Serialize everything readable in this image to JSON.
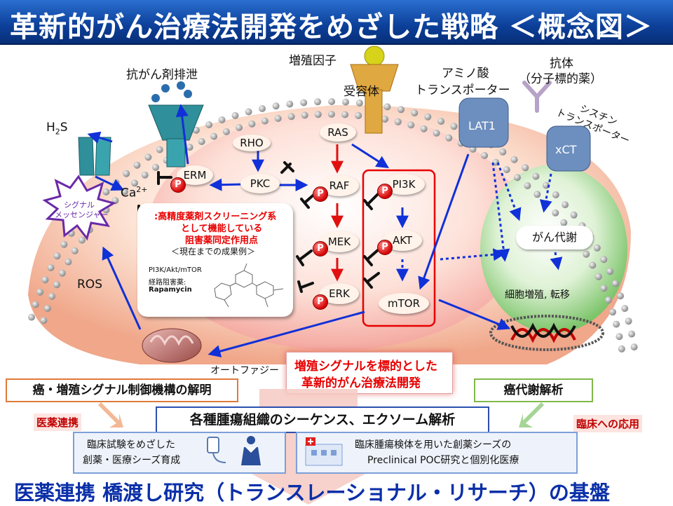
{
  "title": "革新的がん治療法開発をめざした戦略 ＜概念図＞",
  "labels": {
    "anticancer_efflux": "抗がん剤排泄",
    "growth_factor": "増殖因子",
    "receptor": "受容体",
    "amino_acid": "アミノ酸",
    "transporter": "トランスポーター",
    "antibody": "抗体",
    "molecular_target_drug": "（分子標的薬）",
    "cystine": "シスチン",
    "cystine_transporter": "トランスポーター",
    "h2s": "H",
    "h2s_sub": "2",
    "h2s_s": "S",
    "ca": "Ca",
    "ca_sup": "2+",
    "signal_messenger_1": "シグナル",
    "signal_messenger_2": "メッセンジャー",
    "ros": "ROS",
    "autophagy": "オートファジー",
    "cancer_metabolism": "がん代謝",
    "cell_proliferation": "細胞増殖, 転移",
    "lat1": "LAT1",
    "xct": "xCT"
  },
  "nodes": {
    "erm": "ERM",
    "rho": "RHO",
    "pkc": "PKC",
    "ras": "RAS",
    "raf": "RAF",
    "mek": "MEK",
    "erk": "ERK",
    "pi3k": "PI3K",
    "akt": "AKT",
    "mtor": "mTOR",
    "p": "P"
  },
  "screening_box": {
    "line1": ":高精度薬剤スクリーニング系",
    "line2": "として機能している",
    "line3": "阻害薬同定作用点",
    "line4": "＜現在までの成果例＞",
    "drug_line1": "PI3K/Akt/mTOR",
    "drug_line2": "経路阻害薬:",
    "drug_name": "Rapamycin"
  },
  "center_box": {
    "line1": "増殖シグナルを標的とした",
    "line2": "革新的がん治療法開発"
  },
  "bottom": {
    "mechanism": "癌・増殖シグナル制御機構の解明",
    "metabolism_analysis": "癌代謝解析",
    "pharma_collab": "医薬連携",
    "clinical_application": "臨床への応用",
    "sequence": "各種腫瘍組織のシーケンス、エクソーム解析",
    "left_panel_line1": "臨床試験をめざした",
    "left_panel_line2": "創薬・医療シーズ育成",
    "right_panel_line1": "臨床腫瘍検体を用いた創薬シーズの",
    "right_panel_line2": "Preclinical POC研究と個別化医療",
    "foundation": "医薬連携  橋渡し研究（トランスレーショナル・リサーチ）の基盤"
  },
  "colors": {
    "title_bg": "#0c3f99",
    "arrow_blue": "#1030d8",
    "arrow_red": "#e01010",
    "inhibit": "#111111",
    "highlight_red": "#e80000"
  }
}
